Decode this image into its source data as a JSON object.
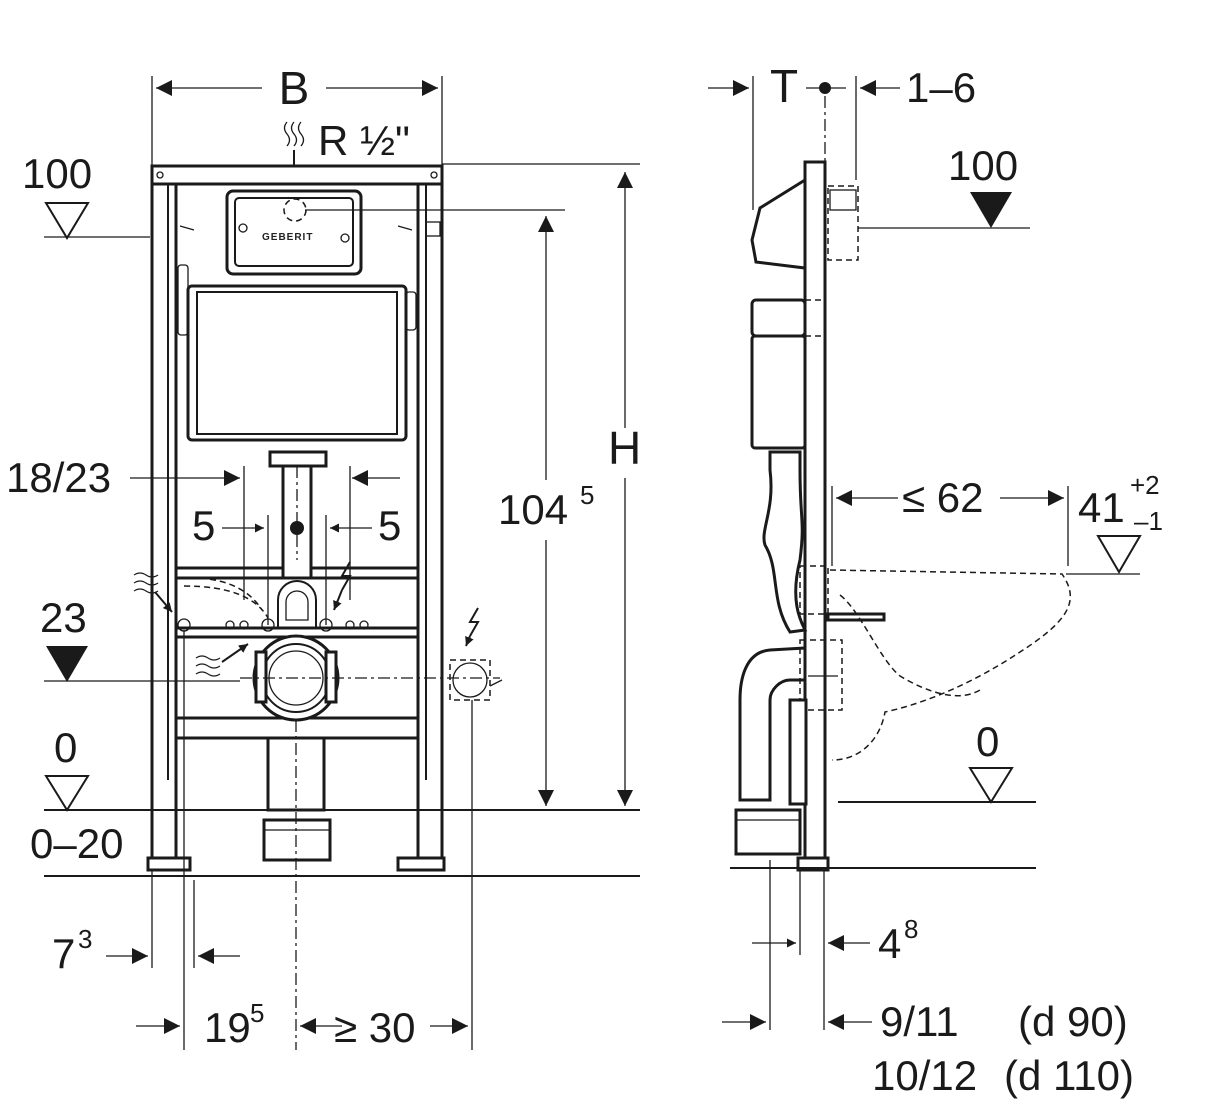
{
  "front_view": {
    "width_label": "B",
    "supply_label": "R ½\"",
    "brand_text": "GEBERIT",
    "level_top": "100",
    "height_label": "H",
    "flush_height_main": "104",
    "flush_height_sup": "5",
    "pipe_spacing": "18/23",
    "offset_left": "5",
    "offset_right": "5",
    "level_supply": "23",
    "level_floor": "0",
    "floor_adjust": "0–20",
    "foot_width_main": "7",
    "foot_width_sup": "3",
    "axis_offset_main": "19",
    "axis_offset_sup": "5",
    "socket_distance": "≥ 30"
  },
  "side_view": {
    "depth_label": "T",
    "wall_gap": "1–6",
    "level_top": "100",
    "projection": "≤ 62",
    "seat_height": "41",
    "seat_tol_plus": "+2",
    "seat_tol_minus": "–1",
    "level_floor": "0",
    "frame_depth_main": "4",
    "frame_depth_sup": "8",
    "outlet_offset_d90": "9/11",
    "outlet_d90": "(d 90)",
    "outlet_offset_d110": "10/12",
    "outlet_d110": "(d 110)"
  }
}
